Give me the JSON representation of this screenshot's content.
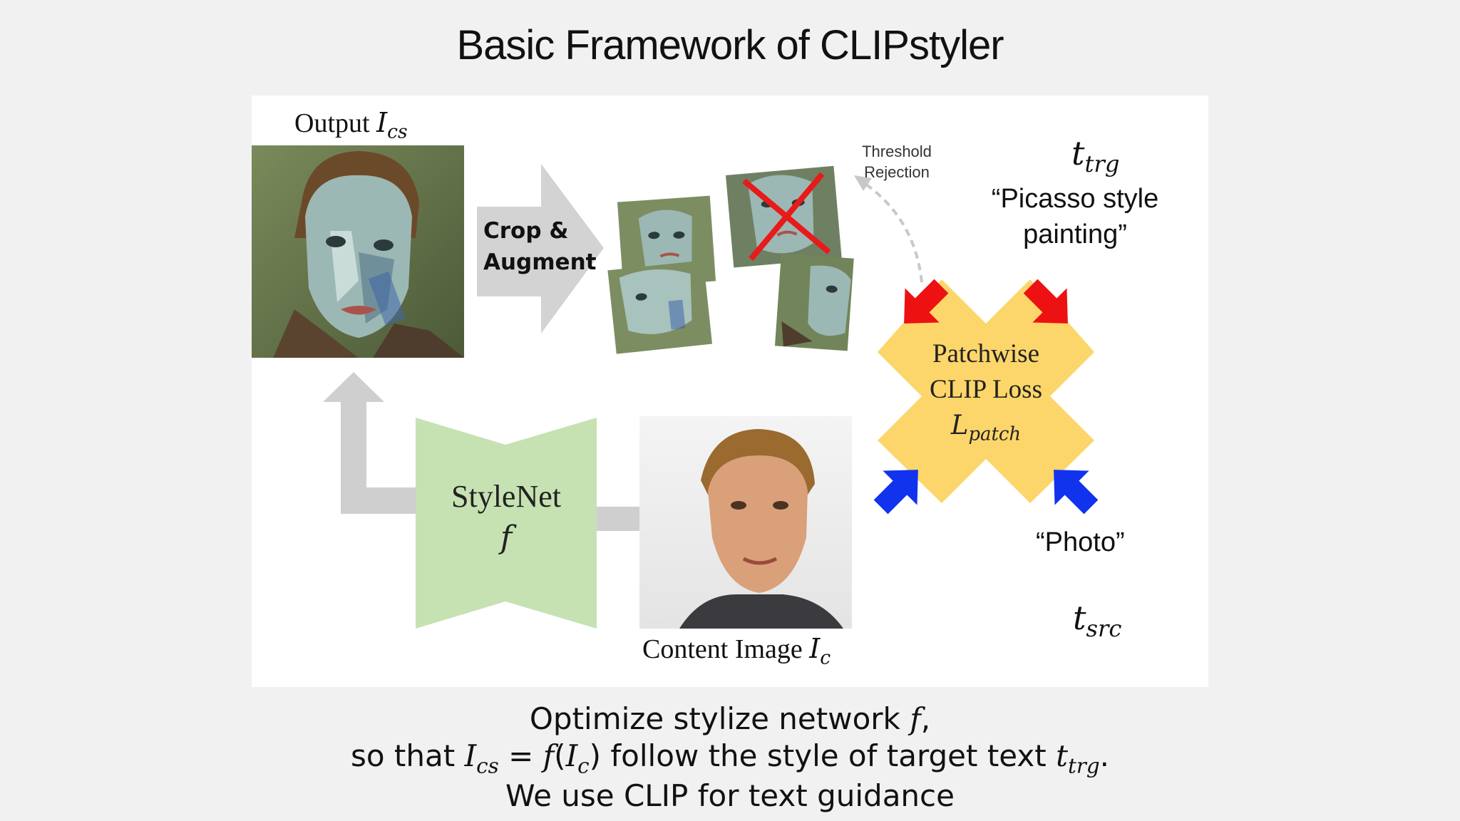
{
  "slide": {
    "title": "Basic Framework of CLIPstyler"
  },
  "figure": {
    "output_label": "Output",
    "output_symbol": "I",
    "output_sub": "cs",
    "crop_label_line1": "Crop &",
    "crop_label_line2": "Augment",
    "threshold_line1": "Threshold",
    "threshold_line2": "Rejection",
    "target_symbol": "t",
    "target_sub": "trg",
    "target_text_line1": "“Picasso style",
    "target_text_line2": "painting”",
    "loss_line1": "Patchwise",
    "loss_line2": "CLIP Loss",
    "loss_symbol": "L",
    "loss_sub": "patch",
    "source_text": "“Photo”",
    "source_symbol": "t",
    "source_sub": "src",
    "stylenet_label": "StyleNet",
    "stylenet_symbol": "f",
    "content_label": "Content Image",
    "content_symbol": "I",
    "content_sub": "c",
    "colors": {
      "loss_fill": "#fcd66a",
      "stylenet_fill": "#c6e2b3",
      "arrow_gray": "#cfcfcf",
      "red_arrow": "#ee1111",
      "blue_arrow": "#1133ee"
    }
  },
  "caption": {
    "line1_text": "Optimize stylize network",
    "line1_symbol": "f",
    "line2_prefix": "so that",
    "line2_I": "I",
    "line2_cs": "cs",
    "line2_eq": "=",
    "line2_f": "f",
    "line2_Ic": "I",
    "line2_c": "c",
    "line2_mid": "follow the style of target text",
    "line2_t": "t",
    "line2_trg": "trg",
    "line3_text": "We use CLIP for text guidance"
  }
}
